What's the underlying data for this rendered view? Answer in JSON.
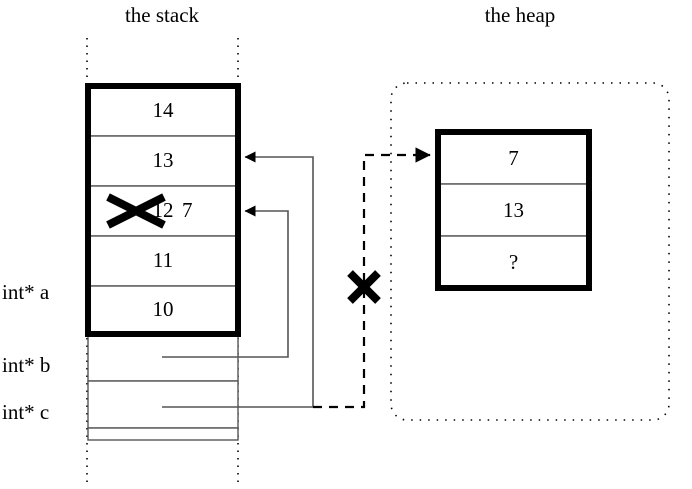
{
  "regions": {
    "stack": {
      "title": "the stack"
    },
    "heap": {
      "title": "the heap"
    }
  },
  "stack": {
    "allocated_cells": [
      {
        "value": "14"
      },
      {
        "value": "13"
      },
      {
        "value": "12"
      },
      {
        "value": "11"
      },
      {
        "value": "10"
      }
    ],
    "overwritten_cell": {
      "old_value": "12",
      "new_value": "7",
      "struck_out": true
    },
    "pointer_cells": [
      {
        "label": "int* b",
        "points_to": "stack-cell-7"
      },
      {
        "label": "int* c",
        "points_to": "stack-cell-13"
      }
    ],
    "labels": [
      {
        "text": "int* a"
      },
      {
        "text": "int* b"
      },
      {
        "text": "int* c"
      }
    ]
  },
  "heap": {
    "block_cells": [
      {
        "value": "7"
      },
      {
        "value": "13"
      },
      {
        "value": "?"
      }
    ]
  },
  "annotations": {
    "invalid_pointer_mark": "X",
    "struck_value_mark": "X"
  },
  "colors": {
    "stroke": "#000000",
    "thin_stroke": "#555555",
    "background": "#ffffff"
  }
}
